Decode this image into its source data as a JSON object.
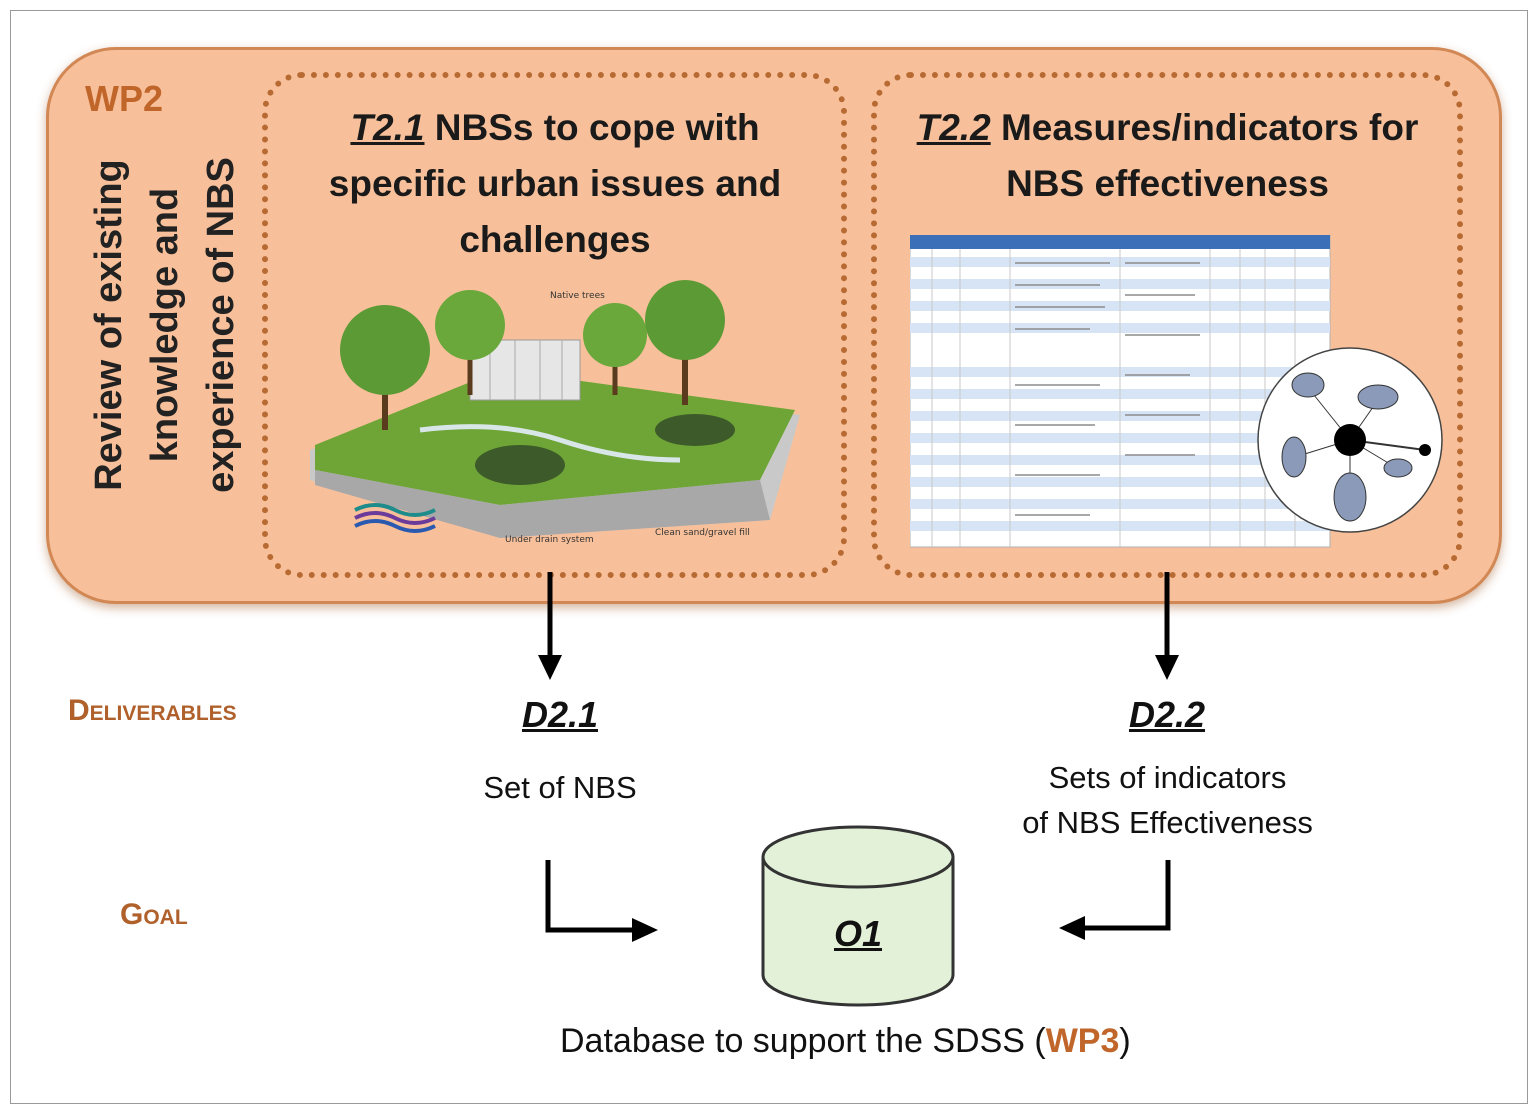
{
  "wp": {
    "label": "WP2",
    "vertical_lines": [
      "Review of existing",
      "knowledge and",
      "experience of NBS"
    ]
  },
  "task1": {
    "id": "T2.1",
    "title_rest": " NBSs to cope with specific urban issues and challenges",
    "illus_labels": {
      "native_trees": "Native trees",
      "under_drain": "Under drain system",
      "clean_sand": "Clean sand/gravel fill"
    }
  },
  "task2": {
    "id": "T2.2",
    "title_rest": " Measures/indicators for NBS effectiveness"
  },
  "rows": {
    "deliverables": "Deliverables",
    "goal": "Goal"
  },
  "deliverables": [
    {
      "id": "D2.1",
      "desc_lines": [
        "Set of NBS"
      ]
    },
    {
      "id": "D2.2",
      "desc_lines": [
        "Sets of indicators",
        "of NBS Effectiveness"
      ]
    }
  ],
  "goal": {
    "id": "O1",
    "caption_pre": "Database to support the SDSS (",
    "caption_hl": "WP3",
    "caption_post": ")"
  },
  "colors": {
    "panel_fill": "#f8c09a",
    "panel_border": "#d28855",
    "accent": "#c0662a",
    "db_fill": "#e3f1d8"
  }
}
